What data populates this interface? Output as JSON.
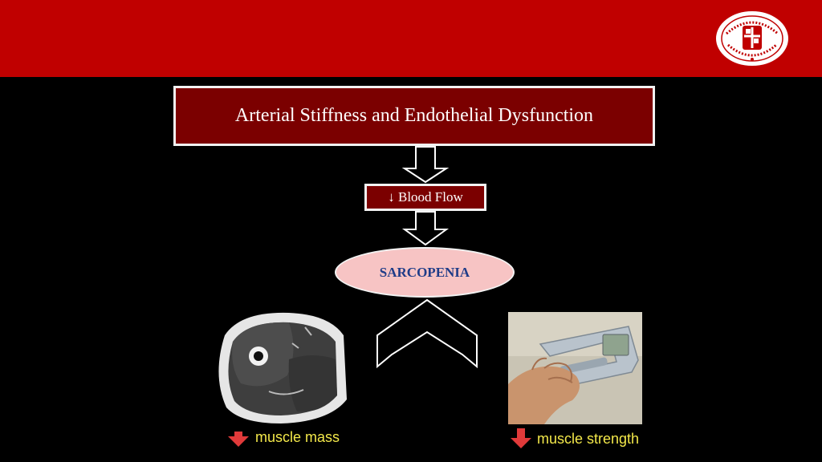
{
  "diagram": {
    "title": "Arterial Stiffness and Endothelial Dysfunction",
    "step1": "↓ Blood Flow",
    "step2": "SARCOPENIA",
    "outcomes": [
      {
        "label": "muscle mass",
        "icon": "down-arrow-icon"
      },
      {
        "label": "muscle strength",
        "icon": "down-arrow-icon"
      }
    ]
  },
  "colors": {
    "header": "#c00000",
    "box_fill": "#7b0000",
    "ellipse_fill": "#f7c4c4",
    "ellipse_text": "#1f3c88",
    "label_text": "#f3e84a",
    "down_arrow": "#e03a3a"
  }
}
